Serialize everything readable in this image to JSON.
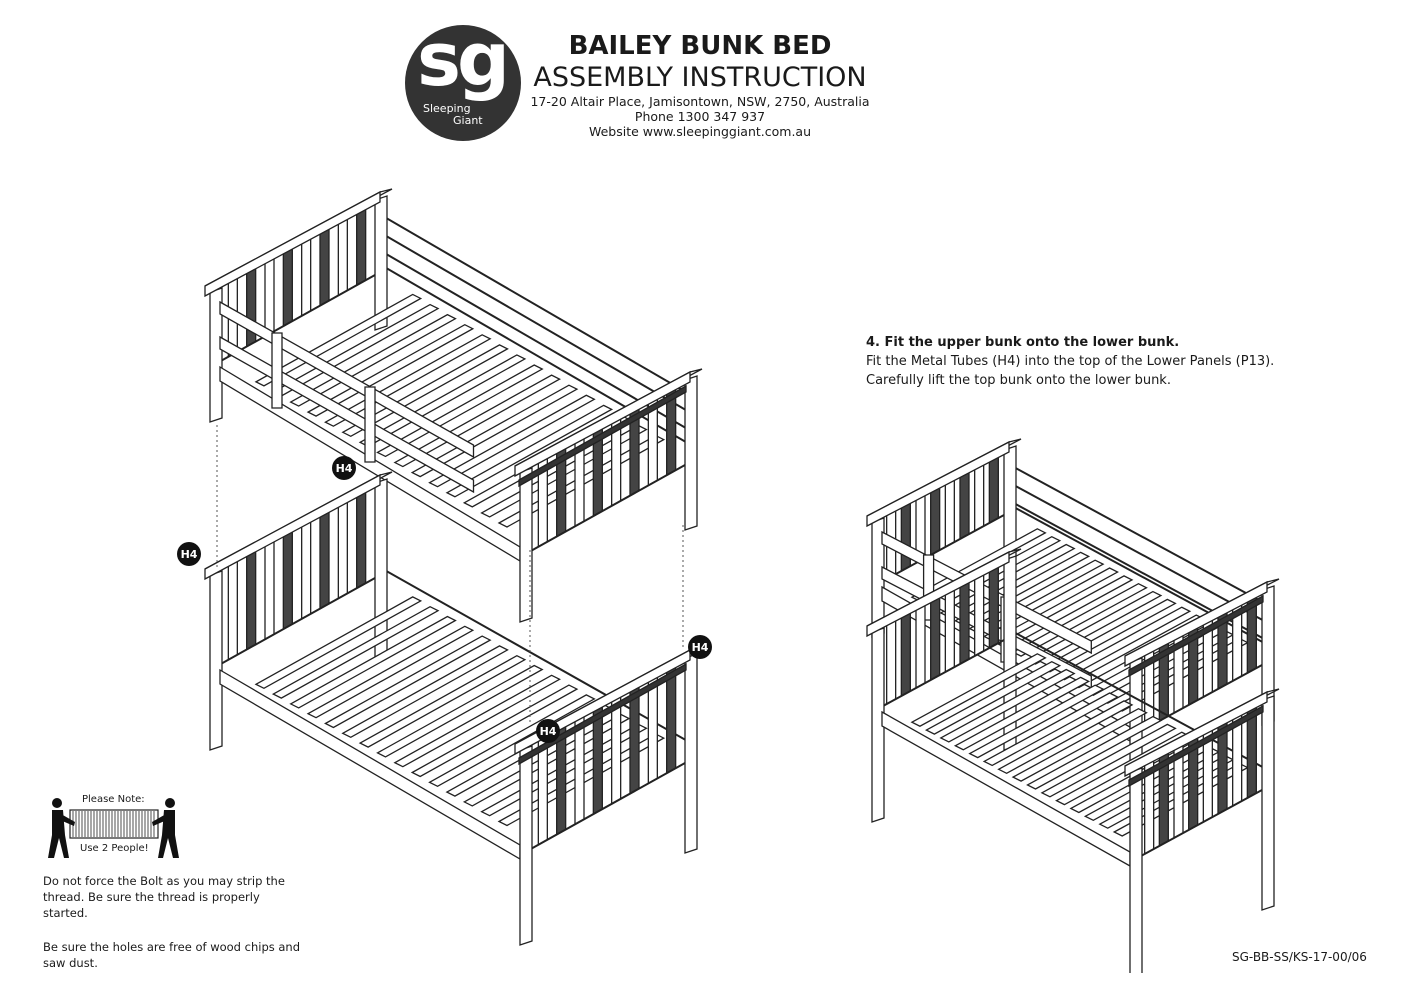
{
  "logo": {
    "mark": "sg",
    "line1": "Sleeping",
    "line2": "Giant"
  },
  "header": {
    "title": "BAILEY BUNK BED",
    "subtitle": "ASSEMBLY INSTRUCTION",
    "address": "17-20 Altair Place, Jamisontown, NSW, 2750, Australia",
    "phone": "Phone 1300 347 937",
    "website": "Website www.sleepinggiant.com.au"
  },
  "step": {
    "heading": "4. Fit the upper bunk onto the lower bunk.",
    "line1": "Fit the Metal Tubes (H4) into the top of the Lower Panels (P13).",
    "line2": "Carefully lift the top bunk onto the lower bunk."
  },
  "part_label": "H4",
  "note": {
    "title": "Please Note:",
    "caption": "Use 2 People!",
    "para1": "Do not force the Bolt as you may strip the thread. Be sure the thread is properly started.",
    "para2": "Be sure the holes are free of wood chips and saw dust."
  },
  "doc_code": "SG-BB-SS/KS-17-00/06"
}
